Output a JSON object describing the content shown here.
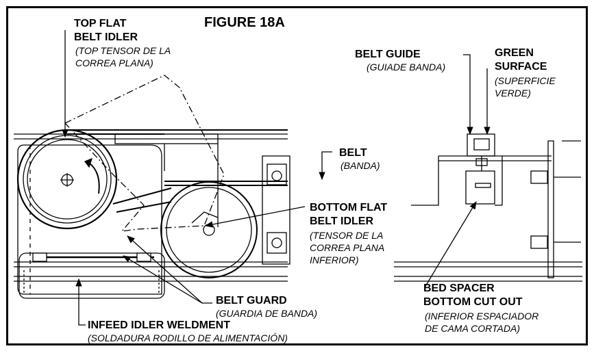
{
  "figure_title": "FIGURE 18A",
  "labels": {
    "top_flat_idler": {
      "line1": "TOP FLAT",
      "line2": "BELT IDLER",
      "sub1": "(TOP TENSOR DE LA",
      "sub2": "CORREA PLANA)"
    },
    "belt_guide": {
      "line1": "BELT GUIDE",
      "sub1": "(GUIADE BANDA)"
    },
    "green_surface": {
      "line1": "GREEN",
      "line2": "SURFACE",
      "sub1": "(SUPERFICIE",
      "sub2": "VERDE)"
    },
    "belt": {
      "line1": "BELT",
      "sub1": "(BANDA)"
    },
    "bottom_flat_idler": {
      "line1": "BOTTOM FLAT",
      "line2": "BELT IDLER",
      "sub1": "(TENSOR DE LA",
      "sub2": "CORREA PLANA",
      "sub3": "INFERIOR)"
    },
    "bed_spacer": {
      "line1": "BED SPACER",
      "line2": "BOTTOM CUT OUT",
      "sub1": "(INFERIOR ESPACIADOR",
      "sub2": "DE CAMA CORTADA)"
    },
    "belt_guard": {
      "line1": "BELT GUARD",
      "sub1": "(GUARDIA DE BANDA)"
    },
    "infeed_idler": {
      "line1": "INFEED IDLER WELDMENT",
      "sub1": "(SOLDADURA RODILLO DE ALIMENTACIÓN)"
    }
  }
}
